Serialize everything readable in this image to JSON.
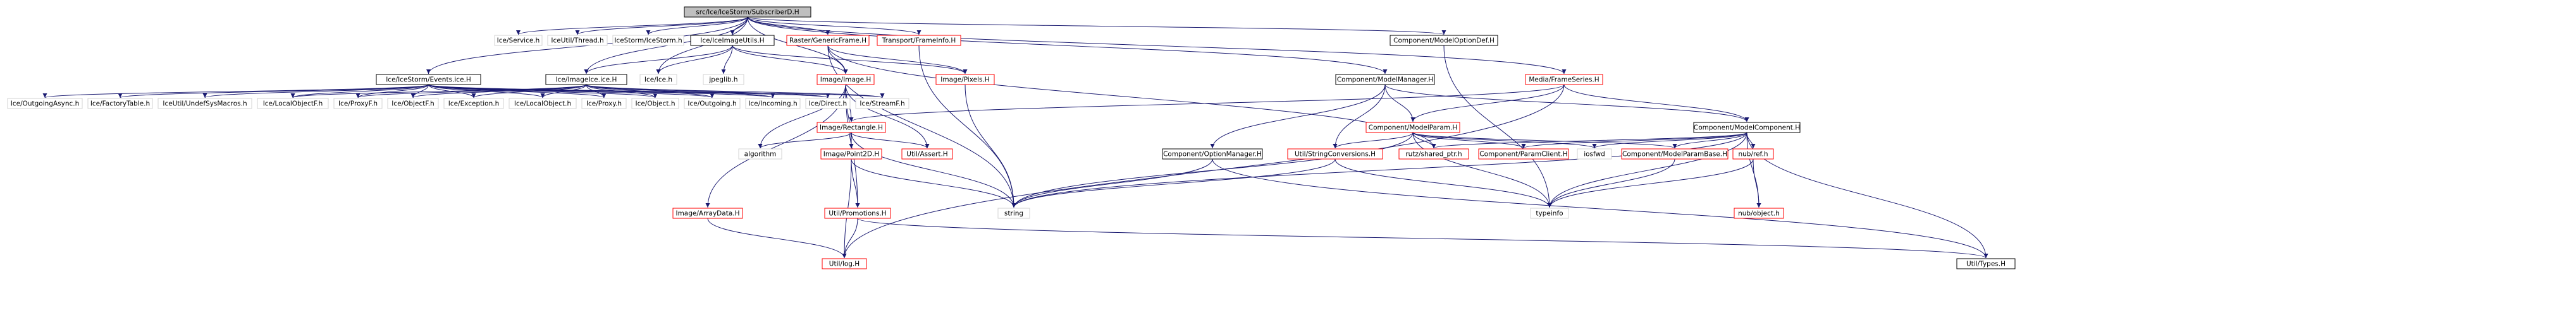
{
  "colors": {
    "root_fill": "#bfbfbf",
    "root_border": "#000000",
    "documented_border": "#000000",
    "undocumented_border": "#ff0000",
    "external_border": "#d3d3d3",
    "edge": "#191970",
    "background": "#ffffff"
  },
  "nodes": [
    {
      "id": "root",
      "label": "src/Ice/IceStorm/SubscriberD.H",
      "kind": "root"
    },
    {
      "id": "icestorm_events",
      "label": "Ice/IceStorm/Events.ice.H",
      "kind": "documented"
    },
    {
      "id": "ice_service",
      "label": "Ice/Service.h",
      "kind": "external"
    },
    {
      "id": "iceutil_thread",
      "label": "IceUtil/Thread.h",
      "kind": "external"
    },
    {
      "id": "icestorm_icestorm",
      "label": "IceStorm/IceStorm.h",
      "kind": "external"
    },
    {
      "id": "iceimageutils",
      "label": "Ice/IceImageUtils.H",
      "kind": "documented"
    },
    {
      "id": "raster_genericframe",
      "label": "Raster/GenericFrame.H",
      "kind": "undocumented"
    },
    {
      "id": "transport_frameinfo",
      "label": "Transport/FrameInfo.H",
      "kind": "undocumented"
    },
    {
      "id": "component_modeloptiondef",
      "label": "Component/ModelOptionDef.H",
      "kind": "documented"
    },
    {
      "id": "ice_ice",
      "label": "Ice/Ice.h",
      "kind": "external"
    },
    {
      "id": "imageice",
      "label": "Ice/ImageIce.ice.H",
      "kind": "documented"
    },
    {
      "id": "jpeglib",
      "label": "jpeglib.h",
      "kind": "external"
    },
    {
      "id": "image_image",
      "label": "Image/Image.H",
      "kind": "undocumented"
    },
    {
      "id": "image_pixels",
      "label": "Image/Pixels.H",
      "kind": "undocumented"
    },
    {
      "id": "component_modelmanager",
      "label": "Component/ModelManager.H",
      "kind": "documented"
    },
    {
      "id": "media_frameseries",
      "label": "Media/FrameSeries.H",
      "kind": "undocumented"
    },
    {
      "id": "ice_outgoingasync",
      "label": "Ice/OutgoingAsync.h",
      "kind": "external"
    },
    {
      "id": "ice_factorytable",
      "label": "Ice/FactoryTable.h",
      "kind": "external"
    },
    {
      "id": "iceutil_undefsysmacros",
      "label": "IceUtil/UndefSysMacros.h",
      "kind": "external"
    },
    {
      "id": "ice_localobjectf",
      "label": "Ice/LocalObjectF.h",
      "kind": "external"
    },
    {
      "id": "ice_proxyf",
      "label": "Ice/ProxyF.h",
      "kind": "external"
    },
    {
      "id": "ice_objectf",
      "label": "Ice/ObjectF.h",
      "kind": "external"
    },
    {
      "id": "ice_exception",
      "label": "Ice/Exception.h",
      "kind": "external"
    },
    {
      "id": "ice_localobject",
      "label": "Ice/LocalObject.h",
      "kind": "external"
    },
    {
      "id": "ice_proxy",
      "label": "Ice/Proxy.h",
      "kind": "external"
    },
    {
      "id": "ice_object",
      "label": "Ice/Object.h",
      "kind": "external"
    },
    {
      "id": "ice_outgoing",
      "label": "Ice/Outgoing.h",
      "kind": "external"
    },
    {
      "id": "ice_incoming",
      "label": "Ice/Incoming.h",
      "kind": "external"
    },
    {
      "id": "ice_direct",
      "label": "Ice/Direct.h",
      "kind": "external"
    },
    {
      "id": "ice_streamf",
      "label": "Ice/StreamF.h",
      "kind": "external"
    },
    {
      "id": "image_rectangle",
      "label": "Image/Rectangle.H",
      "kind": "undocumented"
    },
    {
      "id": "component_modelparam",
      "label": "Component/ModelParam.H",
      "kind": "undocumented"
    },
    {
      "id": "component_modelcomponent",
      "label": "Component/ModelComponent.H",
      "kind": "documented"
    },
    {
      "id": "algorithm",
      "label": "algorithm",
      "kind": "external"
    },
    {
      "id": "image_point2d",
      "label": "Image/Point2D.H",
      "kind": "undocumented"
    },
    {
      "id": "util_assert",
      "label": "Util/Assert.H",
      "kind": "undocumented"
    },
    {
      "id": "component_optionmanager",
      "label": "Component/OptionManager.H",
      "kind": "documented"
    },
    {
      "id": "util_stringconversions",
      "label": "Util/StringConversions.H",
      "kind": "undocumented"
    },
    {
      "id": "rutz_shared_ptr",
      "label": "rutz/shared_ptr.h",
      "kind": "undocumented"
    },
    {
      "id": "component_paramclient",
      "label": "Component/ParamClient.H",
      "kind": "undocumented"
    },
    {
      "id": "iosfwd",
      "label": "iosfwd",
      "kind": "external"
    },
    {
      "id": "component_modelparambase",
      "label": "Component/ModelParamBase.H",
      "kind": "undocumented"
    },
    {
      "id": "nub_ref",
      "label": "nub/ref.h",
      "kind": "undocumented"
    },
    {
      "id": "image_arraydata",
      "label": "Image/ArrayData.H",
      "kind": "undocumented"
    },
    {
      "id": "util_promotions",
      "label": "Util/Promotions.H",
      "kind": "undocumented"
    },
    {
      "id": "string",
      "label": "string",
      "kind": "external"
    },
    {
      "id": "typeinfo",
      "label": "typeinfo",
      "kind": "external"
    },
    {
      "id": "nub_object",
      "label": "nub/object.h",
      "kind": "undocumented"
    },
    {
      "id": "util_log",
      "label": "Util/log.H",
      "kind": "undocumented"
    },
    {
      "id": "util_types",
      "label": "Util/Types.H",
      "kind": "documented"
    }
  ],
  "edges": [
    [
      "root",
      "icestorm_events"
    ],
    [
      "root",
      "ice_service"
    ],
    [
      "root",
      "iceutil_thread"
    ],
    [
      "root",
      "icestorm_icestorm"
    ],
    [
      "root",
      "iceimageutils"
    ],
    [
      "root",
      "raster_genericframe"
    ],
    [
      "root",
      "transport_frameinfo"
    ],
    [
      "root",
      "component_modeloptiondef"
    ],
    [
      "root",
      "ice_ice"
    ],
    [
      "root",
      "imageice"
    ],
    [
      "root",
      "image_image"
    ],
    [
      "root",
      "component_modelmanager"
    ],
    [
      "root",
      "media_frameseries"
    ],
    [
      "icestorm_events",
      "ice_outgoingasync"
    ],
    [
      "icestorm_events",
      "ice_factorytable"
    ],
    [
      "icestorm_events",
      "iceutil_undefsysmacros"
    ],
    [
      "icestorm_events",
      "ice_localobjectf"
    ],
    [
      "icestorm_events",
      "ice_proxyf"
    ],
    [
      "icestorm_events",
      "ice_objectf"
    ],
    [
      "icestorm_events",
      "ice_exception"
    ],
    [
      "icestorm_events",
      "ice_localobject"
    ],
    [
      "icestorm_events",
      "ice_proxy"
    ],
    [
      "icestorm_events",
      "ice_object"
    ],
    [
      "icestorm_events",
      "ice_outgoing"
    ],
    [
      "icestorm_events",
      "ice_incoming"
    ],
    [
      "icestorm_events",
      "ice_direct"
    ],
    [
      "icestorm_events",
      "ice_streamf"
    ],
    [
      "imageice",
      "ice_localobjectf"
    ],
    [
      "imageice",
      "ice_proxyf"
    ],
    [
      "imageice",
      "ice_objectf"
    ],
    [
      "imageice",
      "ice_exception"
    ],
    [
      "imageice",
      "ice_localobject"
    ],
    [
      "imageice",
      "ice_proxy"
    ],
    [
      "imageice",
      "ice_object"
    ],
    [
      "imageice",
      "ice_outgoing"
    ],
    [
      "imageice",
      "ice_incoming"
    ],
    [
      "imageice",
      "ice_direct"
    ],
    [
      "imageice",
      "ice_streamf"
    ],
    [
      "iceimageutils",
      "ice_ice"
    ],
    [
      "iceimageutils",
      "imageice"
    ],
    [
      "iceimageutils",
      "jpeglib"
    ],
    [
      "iceimageutils",
      "image_image"
    ],
    [
      "iceimageutils",
      "image_pixels"
    ],
    [
      "raster_genericframe",
      "image_image"
    ],
    [
      "raster_genericframe",
      "image_pixels"
    ],
    [
      "raster_genericframe",
      "rutz_shared_ptr"
    ],
    [
      "raster_genericframe",
      "string"
    ],
    [
      "transport_frameinfo",
      "string"
    ],
    [
      "component_modeloptiondef",
      "typeinfo"
    ],
    [
      "image_image",
      "image_rectangle"
    ],
    [
      "image_image",
      "algorithm"
    ],
    [
      "image_image",
      "image_point2d"
    ],
    [
      "image_image",
      "util_assert"
    ],
    [
      "image_image",
      "image_arraydata"
    ],
    [
      "image_image",
      "util_promotions"
    ],
    [
      "image_pixels",
      "string"
    ],
    [
      "image_rectangle",
      "image_point2d"
    ],
    [
      "image_rectangle",
      "util_assert"
    ],
    [
      "image_rectangle",
      "algorithm"
    ],
    [
      "image_rectangle",
      "string"
    ],
    [
      "image_point2d",
      "util_promotions"
    ],
    [
      "image_point2d",
      "util_log"
    ],
    [
      "image_point2d",
      "string"
    ],
    [
      "image_arraydata",
      "util_log"
    ],
    [
      "util_promotions",
      "util_log"
    ],
    [
      "util_promotions",
      "util_types"
    ],
    [
      "component_modelmanager",
      "component_optionmanager"
    ],
    [
      "component_modelmanager",
      "component_modelparam"
    ],
    [
      "component_modelmanager",
      "util_stringconversions"
    ],
    [
      "component_modelmanager",
      "component_modelcomponent"
    ],
    [
      "media_frameseries",
      "component_modelparam"
    ],
    [
      "media_frameseries",
      "image_rectangle"
    ],
    [
      "media_frameseries",
      "component_modelcomponent"
    ],
    [
      "component_modelparam",
      "util_stringconversions"
    ],
    [
      "component_modelparam",
      "rutz_shared_ptr"
    ],
    [
      "component_modelparam",
      "component_paramclient"
    ],
    [
      "component_modelparam",
      "iosfwd"
    ],
    [
      "component_modelparam",
      "component_modelparambase"
    ],
    [
      "component_modelparam",
      "string"
    ],
    [
      "component_modelparam",
      "typeinfo"
    ],
    [
      "component_modelcomponent",
      "rutz_shared_ptr"
    ],
    [
      "component_modelcomponent",
      "component_paramclient"
    ],
    [
      "component_modelcomponent",
      "iosfwd"
    ],
    [
      "component_modelcomponent",
      "component_modelparambase"
    ],
    [
      "component_modelcomponent",
      "nub_ref"
    ],
    [
      "component_modelcomponent",
      "nub_object"
    ],
    [
      "component_modelcomponent",
      "string"
    ],
    [
      "component_modelcomponent",
      "typeinfo"
    ],
    [
      "component_modelcomponent",
      "util_types"
    ],
    [
      "component_optionmanager",
      "string"
    ],
    [
      "component_optionmanager",
      "util_types"
    ],
    [
      "util_stringconversions",
      "string"
    ],
    [
      "util_stringconversions",
      "typeinfo"
    ],
    [
      "component_modelparambase",
      "typeinfo"
    ],
    [
      "nub_ref",
      "nub_object"
    ],
    [
      "nub_ref",
      "typeinfo"
    ],
    [
      "media_frameseries",
      "util_log"
    ]
  ]
}
